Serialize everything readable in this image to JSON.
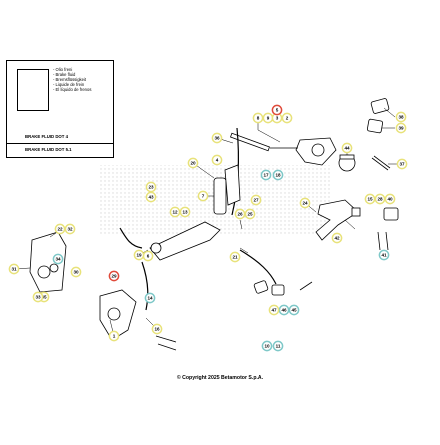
{
  "fluid_panel": {
    "languages": [
      "- Olio freni",
      "- Brake fluid",
      "- Bremsflüssigkeit",
      "- Liquide de frein",
      "- El líquido de frenos"
    ],
    "dot4_label": "BRAKE FLUID DOT 4",
    "dot51_label": "BRAKE FLUID DOT 5.1"
  },
  "copyright": "© Copyright 2025 Betamotor S.p.A.",
  "colors": {
    "ring_yellow": "#e8e27a",
    "ring_blue": "#7ec8c8",
    "ring_red": "#e04a3a",
    "line": "#000000"
  },
  "callouts": [
    {
      "label": "8",
      "ring": "yellow"
    },
    {
      "label": "9",
      "ring": "yellow"
    },
    {
      "label": "3",
      "ring": "yellow"
    },
    {
      "label": "2",
      "ring": "yellow"
    },
    {
      "label": "5",
      "ring": "red"
    },
    {
      "label": "38",
      "ring": "yellow"
    },
    {
      "label": "39",
      "ring": "yellow"
    },
    {
      "label": "17",
      "ring": "blue"
    },
    {
      "label": "18",
      "ring": "blue"
    },
    {
      "label": "44",
      "ring": "yellow"
    },
    {
      "label": "37",
      "ring": "yellow"
    },
    {
      "label": "10",
      "ring": "blue"
    },
    {
      "label": "11",
      "ring": "blue"
    },
    {
      "label": "36",
      "ring": "yellow"
    },
    {
      "label": "4",
      "ring": "yellow"
    },
    {
      "label": "20",
      "ring": "yellow"
    },
    {
      "label": "27",
      "ring": "yellow"
    },
    {
      "label": "23",
      "ring": "yellow"
    },
    {
      "label": "43",
      "ring": "yellow"
    },
    {
      "label": "7",
      "ring": "yellow"
    },
    {
      "label": "13",
      "ring": "yellow"
    },
    {
      "label": "12",
      "ring": "yellow"
    },
    {
      "label": "26",
      "ring": "yellow"
    },
    {
      "label": "25",
      "ring": "yellow"
    },
    {
      "label": "24",
      "ring": "yellow"
    },
    {
      "label": "15",
      "ring": "yellow"
    },
    {
      "label": "28",
      "ring": "yellow"
    },
    {
      "label": "40",
      "ring": "yellow"
    },
    {
      "label": "42",
      "ring": "yellow"
    },
    {
      "label": "22",
      "ring": "yellow"
    },
    {
      "label": "32",
      "ring": "yellow"
    },
    {
      "label": "31",
      "ring": "yellow"
    },
    {
      "label": "34",
      "ring": "blue"
    },
    {
      "label": "30",
      "ring": "yellow"
    },
    {
      "label": "6",
      "ring": "yellow"
    },
    {
      "label": "19",
      "ring": "yellow"
    },
    {
      "label": "21",
      "ring": "yellow"
    },
    {
      "label": "14",
      "ring": "blue"
    },
    {
      "label": "41",
      "ring": "blue"
    },
    {
      "label": "35",
      "ring": "yellow"
    },
    {
      "label": "33",
      "ring": "yellow"
    },
    {
      "label": "29",
      "ring": "red"
    },
    {
      "label": "16",
      "ring": "yellow"
    },
    {
      "label": "1",
      "ring": "yellow"
    },
    {
      "label": "45",
      "ring": "blue"
    },
    {
      "label": "46",
      "ring": "blue"
    },
    {
      "label": "47",
      "ring": "yellow"
    }
  ]
}
